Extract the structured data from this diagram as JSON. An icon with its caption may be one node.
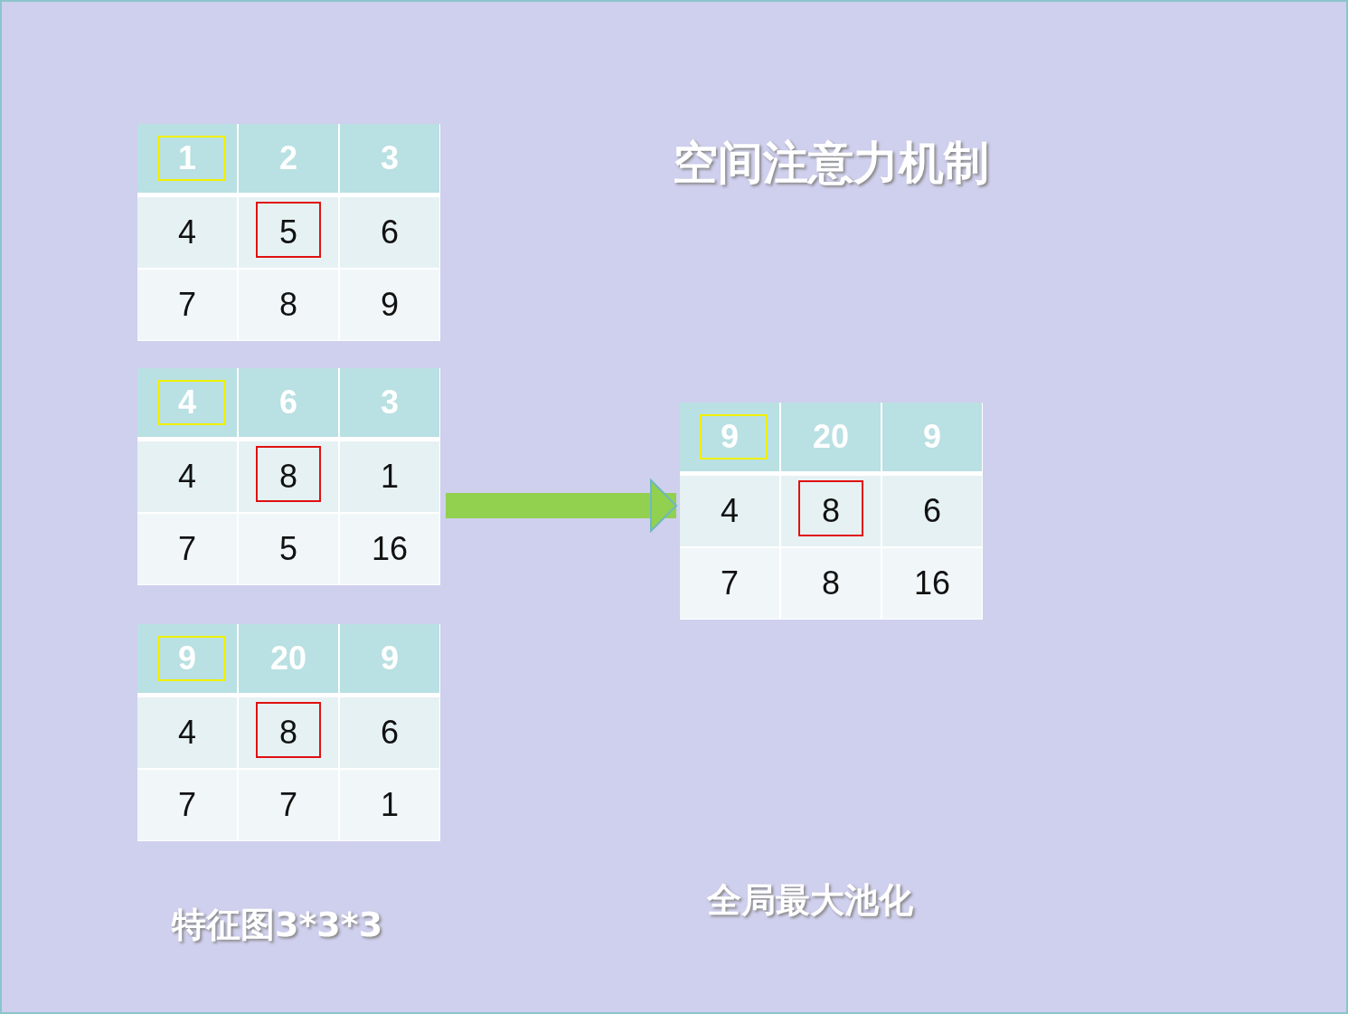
{
  "diagram": {
    "title": "空间注意力机制",
    "nodes": [
      {
        "text": [
          "1",
          "2",
          "3",
          "4",
          "5",
          "6",
          "7",
          "8",
          "9"
        ]
      },
      {
        "text": [
          "4",
          "6",
          "3",
          "4",
          "8",
          "1",
          "7",
          "5",
          "16"
        ]
      },
      {
        "text": [
          "9",
          "20",
          "9",
          "4",
          "8",
          "6",
          "7",
          "7",
          "1"
        ]
      },
      {
        "text": [
          "9",
          "20",
          "9",
          "4",
          "8",
          "6",
          "7",
          "8",
          "16"
        ]
      }
    ],
    "edges": [
      {
        "from": 1,
        "to": 3,
        "arrow": "to"
      }
    ],
    "labels": [
      "特征图3*3*3",
      "全局最大池化"
    ]
  }
}
